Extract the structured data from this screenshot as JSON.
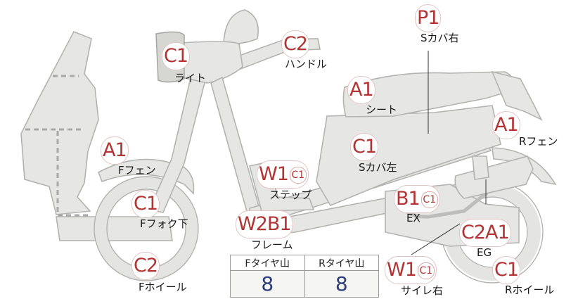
{
  "parts": {
    "light": {
      "codes": "C1",
      "label": "ライト"
    },
    "handle": {
      "codes": "C2",
      "label": "ハンドル"
    },
    "seat_cover_r": {
      "codes": "P1",
      "label": "Sカバ右"
    },
    "seat": {
      "codes": "A1",
      "label": "シート"
    },
    "r_fender": {
      "codes": "A1",
      "label": "Rフェン"
    },
    "seat_cover_l": {
      "codes": "C1",
      "label": "Sカバ左"
    },
    "f_fender": {
      "codes": "A1",
      "label": "Fフェン"
    },
    "step": {
      "codes": "W1",
      "sub": "C1",
      "label": "ステップ"
    },
    "exhaust": {
      "codes": "B1",
      "sub": "C1",
      "label": "EX"
    },
    "f_fork": {
      "codes": "C1",
      "label": "Fフォク下"
    },
    "frame": {
      "codes": "W2B1",
      "label": "フレーム"
    },
    "engine": {
      "codes": "C2A1",
      "label": "EG"
    },
    "f_wheel": {
      "codes": "C2",
      "label": "Fホイール"
    },
    "muffler_r": {
      "codes": "W1",
      "sub": "C1",
      "label": "サイレ右"
    },
    "r_wheel": {
      "codes": "C1",
      "label": "Rホイール"
    }
  },
  "tyre_table": {
    "headers": [
      "Fタイヤ山",
      "Rタイヤ山"
    ],
    "values": [
      "8",
      "8"
    ]
  }
}
